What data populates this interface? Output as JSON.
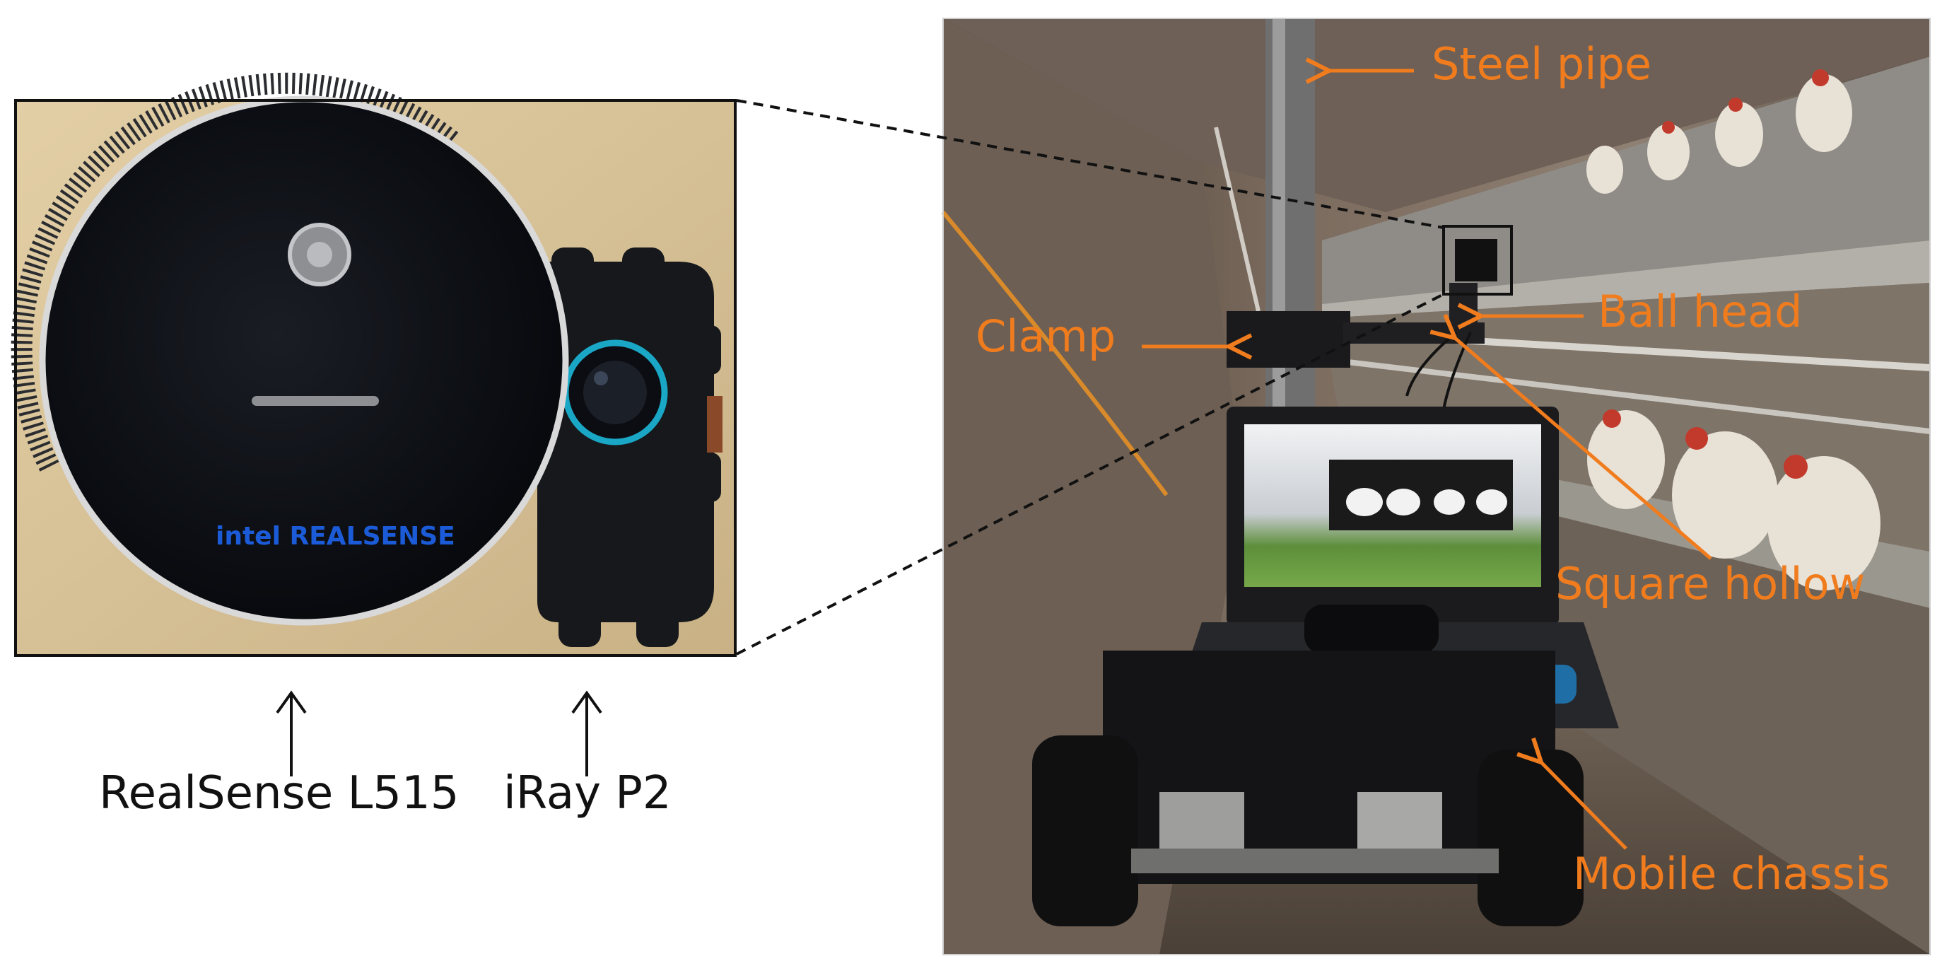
{
  "colors": {
    "annotation": "#f07c1e",
    "frame": "#111111",
    "background": "#ffffff",
    "desk": "#d8c49a",
    "camera_body": "#0b0d12",
    "ring": "#d9d9d9",
    "logo_blue": "#1c5bd8",
    "lens_teal": "#1aa7c6"
  },
  "left_panel": {
    "logo_text": "intel REALSENSE",
    "labels": {
      "realsense": "RealSense L515",
      "iray": "iRay P2"
    }
  },
  "right_panel": {
    "labels": {
      "steel_pipe": "Steel pipe",
      "ball_head": "Ball head",
      "clamp": "Clamp",
      "square_hollow": "Square hollow",
      "mobile_chassis": "Mobile chassis"
    }
  }
}
